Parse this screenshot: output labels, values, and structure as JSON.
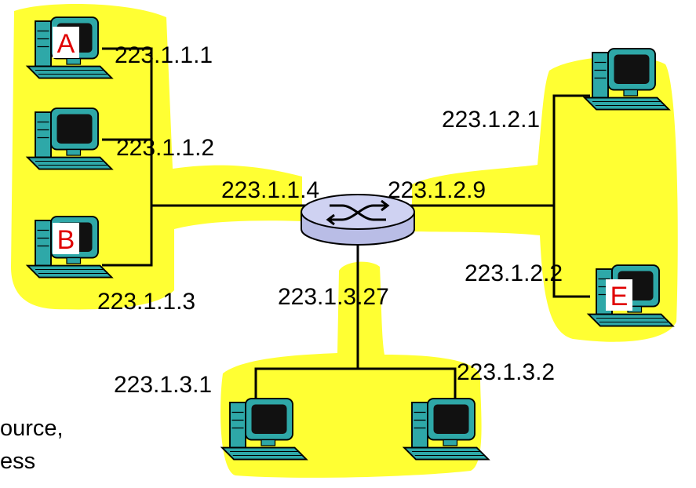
{
  "colors": {
    "subnet_fill": "#ffff33",
    "host_label": "#e00000",
    "router_body": "#b9bde6",
    "router_top": "#cfd2f2"
  },
  "icons": {
    "host": "desktop-computer-icon",
    "router": "router-icon"
  },
  "hosts": {
    "a_label": "A",
    "b_label": "B",
    "e_label": "E"
  },
  "addresses": {
    "a": "223.1.1.1",
    "h112": "223.1.1.2",
    "b": "223.1.1.3",
    "router_left": "223.1.1.4",
    "router_right": "223.1.2.9",
    "h121": "223.1.2.1",
    "e": "223.1.2.2",
    "router_bottom": "223.1.3.27",
    "h131": "223.1.3.1",
    "h132": "223.1.3.2"
  },
  "background_text": {
    "line1": "ource,",
    "line2": "ess"
  }
}
